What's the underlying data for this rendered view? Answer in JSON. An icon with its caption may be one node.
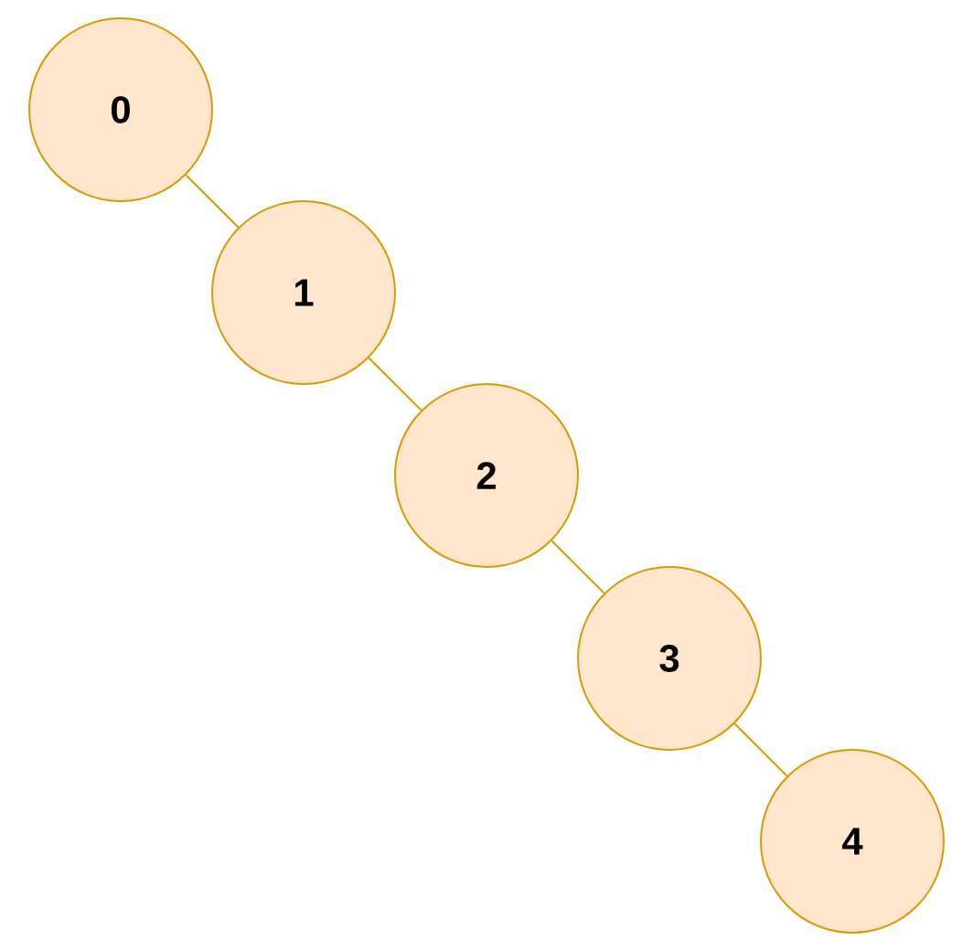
{
  "diagram": {
    "nodes": [
      {
        "text": [
          "0"
        ]
      },
      {
        "text": [
          "1"
        ]
      },
      {
        "text": [
          "2"
        ]
      },
      {
        "text": [
          "3"
        ]
      },
      {
        "text": [
          "4"
        ]
      }
    ],
    "edges": [
      {
        "from": 0,
        "to": 1,
        "arrow": "none"
      },
      {
        "from": 1,
        "to": 2,
        "arrow": "none"
      },
      {
        "from": 2,
        "to": 3,
        "arrow": "none"
      },
      {
        "from": 3,
        "to": 4,
        "arrow": "none"
      }
    ]
  }
}
